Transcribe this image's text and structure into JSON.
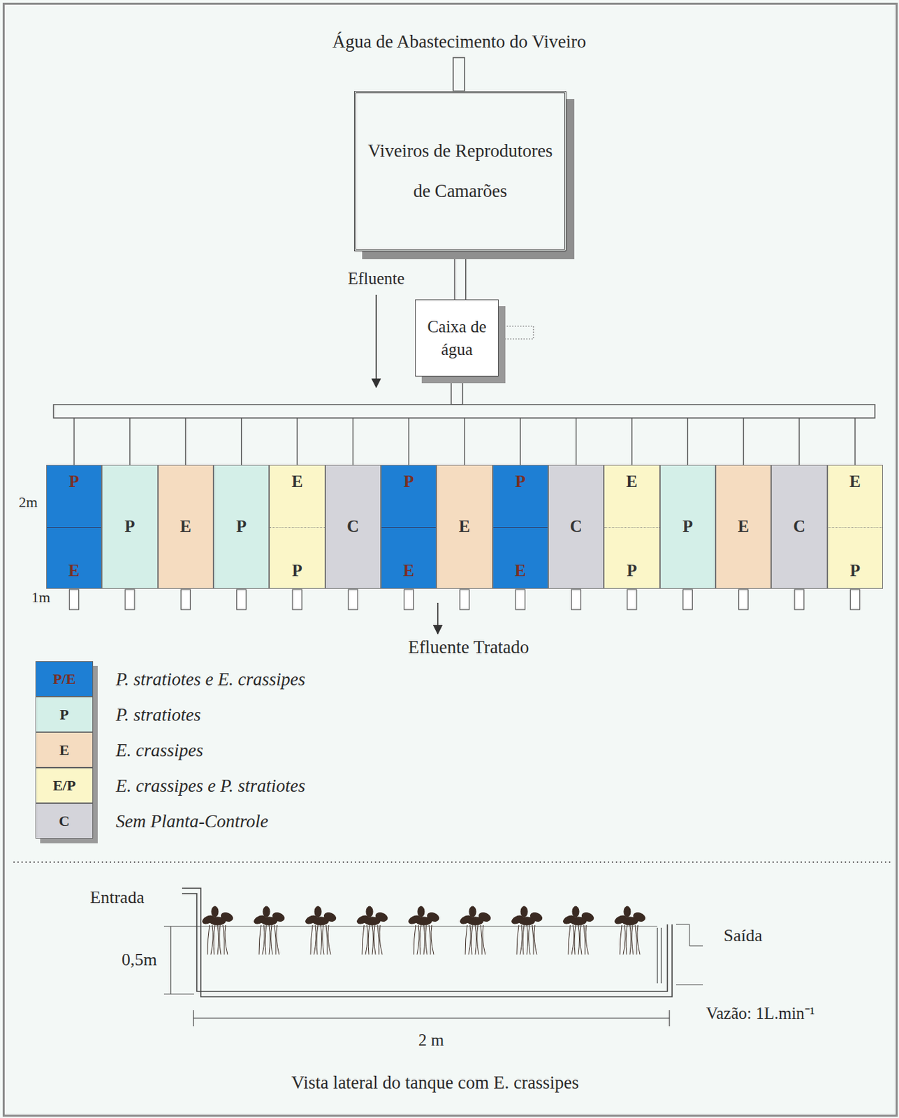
{
  "diagram": {
    "nodes": [
      {
        "text": [
          "Viveiros de Reprodutores de Camarões"
        ]
      },
      {
        "text": [
          "Caixa de água"
        ]
      },
      {
        "text": [
          "P",
          "E"
        ]
      },
      {
        "text": [
          "P"
        ]
      },
      {
        "text": [
          "E"
        ]
      },
      {
        "text": [
          "P"
        ]
      },
      {
        "text": [
          "E",
          "P"
        ]
      },
      {
        "text": [
          "C"
        ]
      },
      {
        "text": [
          "P",
          "E"
        ]
      },
      {
        "text": [
          "E"
        ]
      },
      {
        "text": [
          "P",
          "E"
        ]
      },
      {
        "text": [
          "C"
        ]
      },
      {
        "text": [
          "E",
          "P"
        ]
      },
      {
        "text": [
          "P"
        ]
      },
      {
        "text": [
          "E"
        ]
      },
      {
        "text": [
          "C"
        ]
      },
      {
        "text": [
          "E",
          "P"
        ]
      }
    ],
    "edges": [
      {
        "from": 0,
        "to": 1,
        "arrow": "none"
      },
      {
        "from": 1,
        "to": 2,
        "arrow": "none"
      },
      {
        "from": 1,
        "to": 3,
        "arrow": "none"
      },
      {
        "from": 1,
        "to": 4,
        "arrow": "none"
      },
      {
        "from": 1,
        "to": 5,
        "arrow": "none"
      },
      {
        "from": 1,
        "to": 6,
        "arrow": "none"
      },
      {
        "from": 1,
        "to": 7,
        "arrow": "none"
      },
      {
        "from": 1,
        "to": 8,
        "arrow": "none"
      },
      {
        "from": 1,
        "to": 9,
        "arrow": "none"
      },
      {
        "from": 1,
        "to": 10,
        "arrow": "none"
      },
      {
        "from": 1,
        "to": 11,
        "arrow": "none"
      },
      {
        "from": 1,
        "to": 12,
        "arrow": "none"
      },
      {
        "from": 1,
        "to": 13,
        "arrow": "none"
      },
      {
        "from": 1,
        "to": 14,
        "arrow": "none"
      },
      {
        "from": 1,
        "to": 15,
        "arrow": "none"
      },
      {
        "from": 1,
        "to": 16,
        "arrow": "none"
      }
    ],
    "labels": [
      "Água de Abastecimento do Viveiro",
      "Efluente",
      "2m",
      "1m",
      "Efluente Tratado",
      "P/E",
      "P",
      "E",
      "E/P",
      "C",
      "Entrada",
      "0,5m",
      "Saída",
      "Vazão: 1L.min⁻¹",
      "2 m",
      "Vista lateral do tanque com E. crassipes"
    ],
    "legend": [
      {
        "text": "P. stratiotes e E. crassipes",
        "color": "#1e7fd4"
      },
      {
        "text": "P. stratiotes",
        "color": "#d4efe8"
      },
      {
        "text": "E. crassipes",
        "color": "#f5dcc0"
      },
      {
        "text": "E. crassipes e P. stratiotes",
        "color": "#fbf6c8"
      },
      {
        "text": "Sem Planta-Controle",
        "color": "#d4d4da"
      }
    ]
  }
}
